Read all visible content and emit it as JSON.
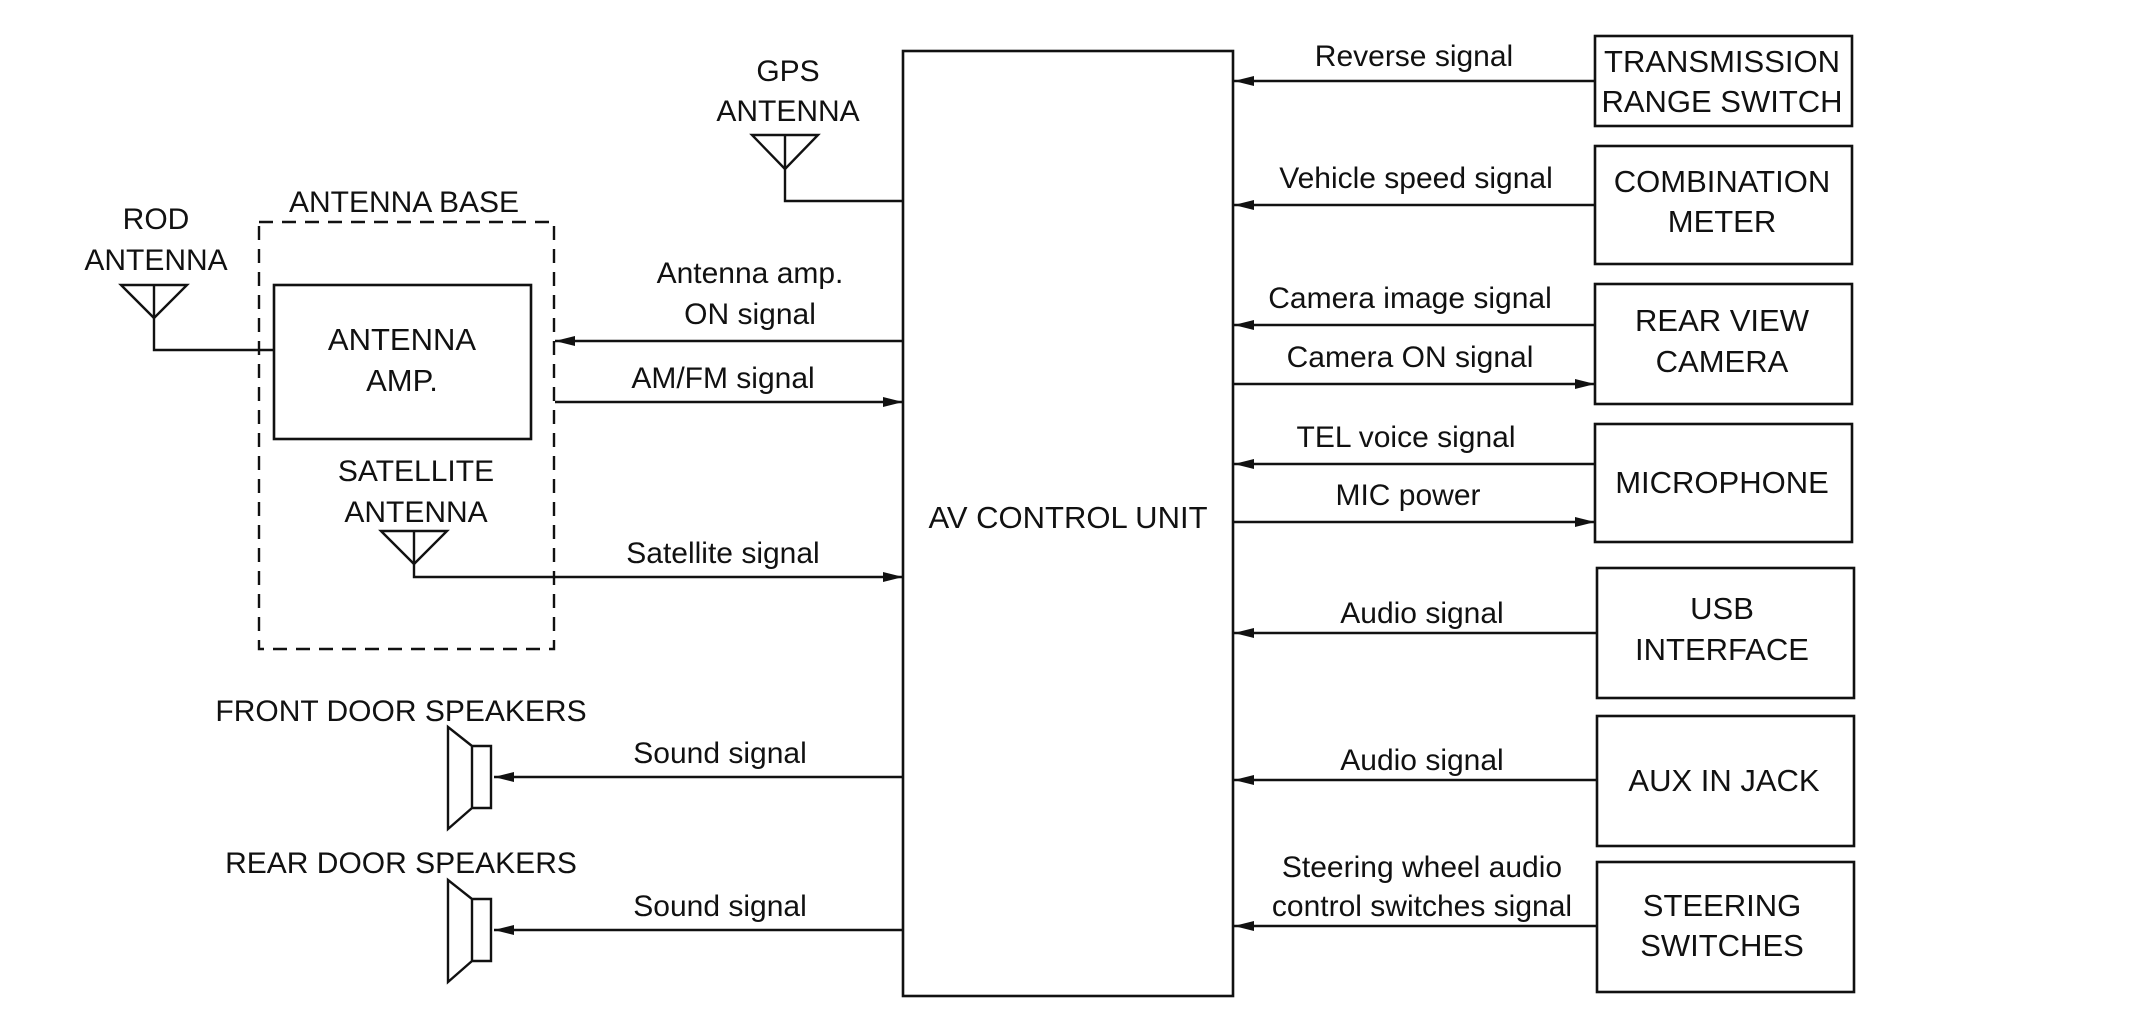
{
  "diagram": {
    "main_unit": "AV CONTROL UNIT",
    "antenna_base": {
      "title": "ANTENNA BASE",
      "amp": [
        "ANTENNA",
        "AMP."
      ],
      "satellite_antenna": [
        "SATELLITE",
        "ANTENNA"
      ]
    },
    "rod_antenna": [
      "ROD",
      "ANTENNA"
    ],
    "gps_antenna": [
      "GPS",
      "ANTENNA"
    ],
    "front_speakers": "FRONT DOOR SPEAKERS",
    "rear_speakers": "REAR DOOR SPEAKERS",
    "left_signals": {
      "amp_on": [
        "Antenna amp.",
        "ON signal"
      ],
      "am_fm": "AM/FM signal",
      "satellite": "Satellite signal",
      "front_sound": "Sound signal",
      "rear_sound": "Sound signal"
    },
    "right_blocks": {
      "transmission": [
        "TRANSMISSION",
        "RANGE SWITCH"
      ],
      "combination_meter": [
        "COMBINATION",
        "METER"
      ],
      "rear_view_camera": [
        "REAR VIEW",
        "CAMERA"
      ],
      "microphone": "MICROPHONE",
      "usb_interface": [
        "USB",
        "INTERFACE"
      ],
      "aux_in_jack": "AUX IN JACK",
      "steering_switches": [
        "STEERING",
        "SWITCHES"
      ]
    },
    "right_signals": {
      "reverse": "Reverse signal",
      "vehicle_speed": "Vehicle speed signal",
      "camera_image": "Camera image signal",
      "camera_on": "Camera ON signal",
      "tel_voice": "TEL voice signal",
      "mic_power": "MIC power",
      "usb_audio": "Audio signal",
      "aux_audio": "Audio signal",
      "steering": [
        "Steering wheel audio",
        "control switches signal"
      ]
    }
  }
}
